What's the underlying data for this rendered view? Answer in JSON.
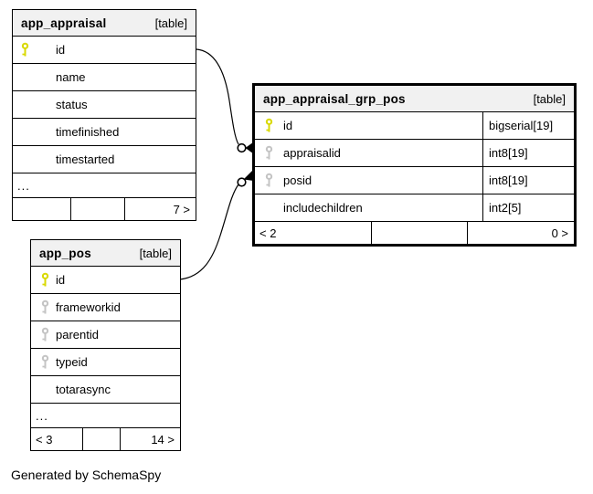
{
  "diagram": {
    "credit": "Generated by SchemaSpy",
    "colors": {
      "pk_key": "#d9d900",
      "fk_key": "#c4c4c4",
      "header_bg": "#f1f1f1"
    }
  },
  "tables": [
    {
      "title": "app_appraisal",
      "tag": "[table]",
      "rows": [
        {
          "key": "pk",
          "name": "id"
        },
        {
          "key": "",
          "name": "name"
        },
        {
          "key": "",
          "name": "status"
        },
        {
          "key": "",
          "name": "timefinished"
        },
        {
          "key": "",
          "name": "timestarted"
        }
      ],
      "more": "...",
      "footer": [
        "",
        "",
        "7 >"
      ]
    },
    {
      "title": "app_appraisal_grp_pos",
      "tag": "[table]",
      "rows": [
        {
          "key": "pk",
          "name": "id",
          "type": "bigserial[19]"
        },
        {
          "key": "fk",
          "name": "appraisalid",
          "type": "int8[19]"
        },
        {
          "key": "fk",
          "name": "posid",
          "type": "int8[19]"
        },
        {
          "key": "",
          "name": "includechildren",
          "type": "int2[5]"
        }
      ],
      "footer": [
        "< 2",
        "",
        "0 >"
      ]
    },
    {
      "title": "app_pos",
      "tag": "[table]",
      "rows": [
        {
          "key": "pk",
          "name": "id"
        },
        {
          "key": "fk",
          "name": "frameworkid"
        },
        {
          "key": "fk",
          "name": "parentid"
        },
        {
          "key": "fk",
          "name": "typeid"
        },
        {
          "key": "",
          "name": "totarasync"
        }
      ],
      "more": "...",
      "footer": [
        "< 3",
        "",
        "14 >"
      ]
    }
  ],
  "relationships": [
    {
      "from": "app_appraisal.id",
      "to": "app_appraisal_grp_pos.appraisalid"
    },
    {
      "from": "app_pos.id",
      "to": "app_appraisal_grp_pos.posid"
    }
  ]
}
